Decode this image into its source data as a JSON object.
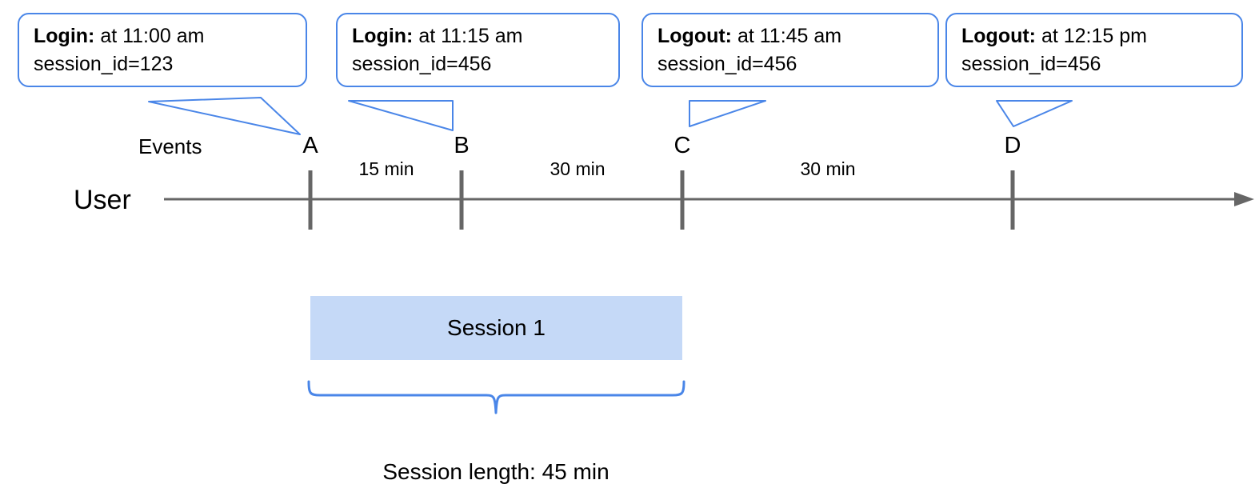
{
  "diagram": {
    "row_labels": {
      "events": "Events",
      "user": "User"
    },
    "accent_color": "#4a86e8",
    "axis_color": "#666666",
    "session_fill": "#c5d9f7",
    "callouts": [
      {
        "id": "A",
        "event": "Login:",
        "time": "at 11:00 am",
        "session": "session_id=123"
      },
      {
        "id": "B",
        "event": "Login:",
        "time": "at 11:15 am",
        "session": "session_id=456"
      },
      {
        "id": "C",
        "event": "Logout:",
        "time": "at 11:45 am",
        "session": "session_id=456"
      },
      {
        "id": "D",
        "event": "Logout:",
        "time": "at 12:15 pm",
        "session": "session_id=456"
      }
    ],
    "ticks": [
      {
        "label": "A"
      },
      {
        "label": "B"
      },
      {
        "label": "C"
      },
      {
        "label": "D"
      }
    ],
    "intervals": [
      {
        "label": "15 min"
      },
      {
        "label": "30 min"
      },
      {
        "label": "30 min"
      }
    ],
    "session": {
      "bar_label": "Session 1",
      "length_caption": "Session length: 45 min"
    }
  }
}
